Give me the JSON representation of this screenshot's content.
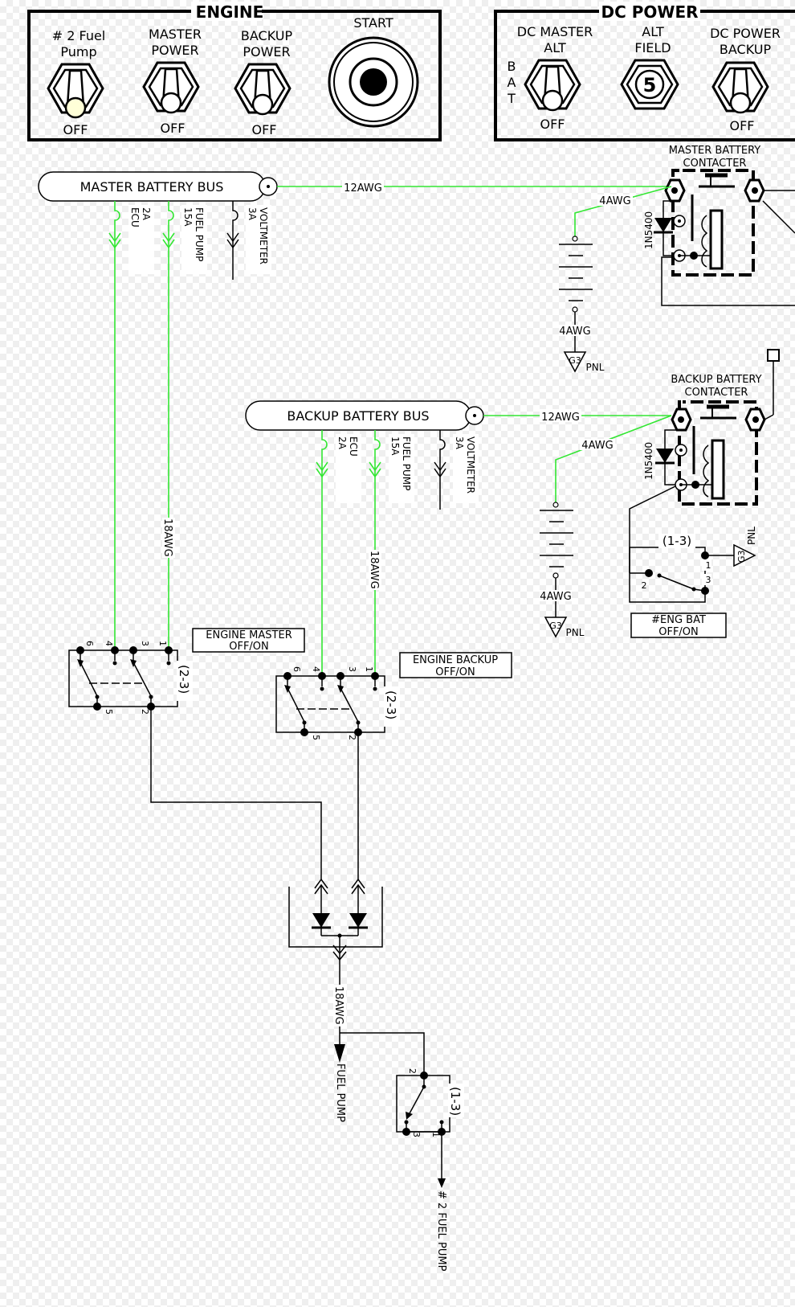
{
  "engine_panel": {
    "title": "ENGINE",
    "fuel_pump2": {
      "l1": "# 2 Fuel",
      "l2": "Pump",
      "state": "OFF"
    },
    "master_power": {
      "l1": "MASTER",
      "l2": "POWER",
      "state": "OFF"
    },
    "backup_power": {
      "l1": "BACKUP",
      "l2": "POWER",
      "state": "OFF"
    },
    "start": {
      "label": "START"
    }
  },
  "dc_panel": {
    "title": "DC POWER",
    "master_alt": {
      "l1": "DC MASTER",
      "l2": "ALT",
      "side": [
        "B",
        "A",
        "T"
      ],
      "state": "OFF"
    },
    "alt_field": {
      "l1": "ALT",
      "l2": "FIELD",
      "value": "5"
    },
    "power_backup": {
      "l1": "DC POWER",
      "l2": "BACKUP",
      "state": "OFF"
    }
  },
  "master_bus": {
    "label": "MASTER BATTERY BUS",
    "wire": "12AWG",
    "breakers": [
      {
        "name": "ECU",
        "rating": "2A"
      },
      {
        "name": "FUEL PUMP",
        "rating": "15A"
      },
      {
        "name": "VOLTMETER",
        "rating": "3A"
      }
    ]
  },
  "backup_bus": {
    "label": "BACKUP BATTERY BUS",
    "wire": "12AWG",
    "breakers": [
      {
        "name": "ECU",
        "rating": "2A"
      },
      {
        "name": "FUEL PUMP",
        "rating": "15A"
      },
      {
        "name": "VOLTMETER",
        "rating": "3A"
      }
    ]
  },
  "master_contactor": {
    "l1": "MASTER BATTERY",
    "l2": "CONTACTER",
    "diode": "1N5400",
    "battery_wire": "4AWG",
    "ground_wire": "4AWG",
    "ground": "G3",
    "ground_label": "PNL"
  },
  "backup_contactor": {
    "l1": "BACKUP BATTERY",
    "l2": "CONTACTER",
    "diode": "1N5400",
    "battery_wire": "4AWG",
    "ground_wire": "4AWG",
    "ground": "G3",
    "ground_label": "PNL"
  },
  "eng_bat_switch": {
    "range": "(1-3)",
    "pins": [
      "1",
      "2",
      "3"
    ],
    "l1": "#ENG BAT",
    "l2": "OFF/ON",
    "ground": "G3",
    "ground_label": "PNL"
  },
  "engine_master_switch": {
    "l1": "ENGINE MASTER",
    "l2": "OFF/ON",
    "range": "(2-3)",
    "pins": [
      "1",
      "2",
      "3",
      "4",
      "5",
      "6"
    ],
    "wire": "18AWG"
  },
  "engine_backup_switch": {
    "l1": "ENGINE BACKUP",
    "l2": "OFF/ON",
    "range": "(2-3)",
    "pins": [
      "1",
      "2",
      "3",
      "4",
      "5",
      "6"
    ],
    "wire": "18AWG"
  },
  "output": {
    "wire": "18AWG",
    "load": "FUEL PUMP",
    "pump2_switch_range": "(1-3)",
    "pump2_pins": [
      "1",
      "2",
      "3"
    ],
    "pump2_load": "# 2 FUEL PUMP"
  },
  "colors": {
    "wire_green": "#33e633",
    "ink": "#000000"
  }
}
